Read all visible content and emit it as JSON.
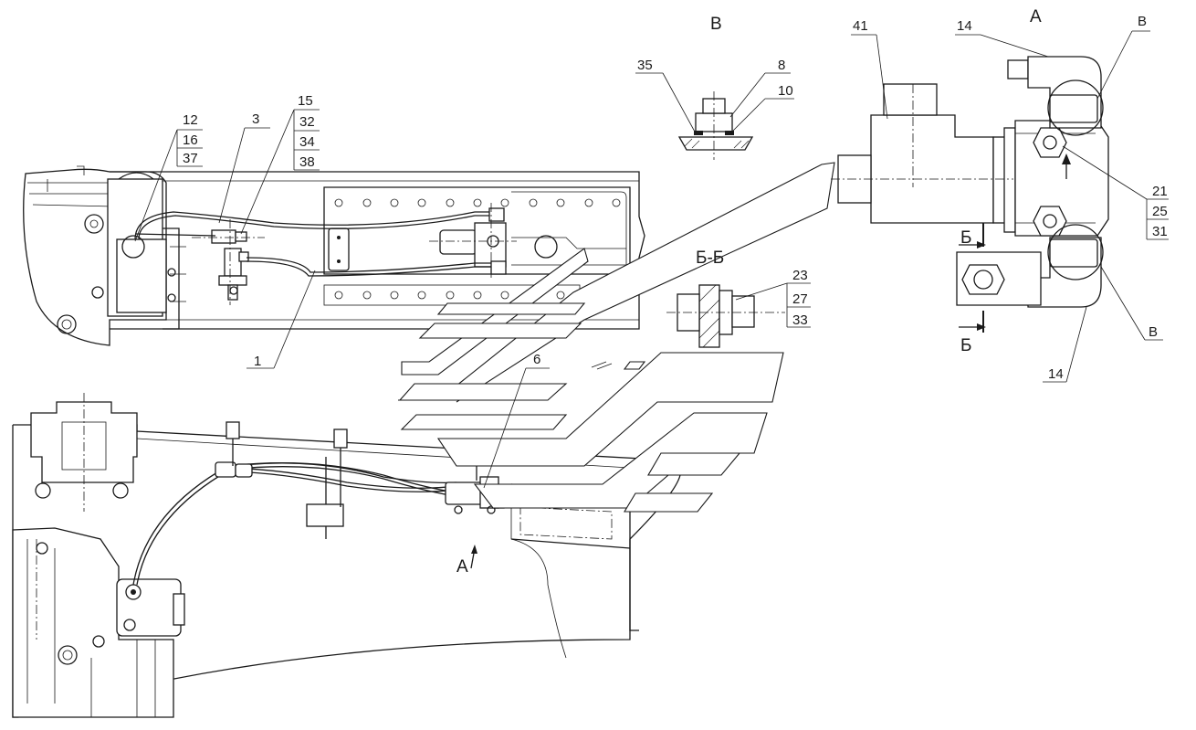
{
  "views": {
    "view_a": "A",
    "view_b": "B",
    "view_b_cyr": "В",
    "section": "Б-Б",
    "cut_mark_top": "Б",
    "cut_mark_bottom": "Б",
    "arrow_a": "A"
  },
  "callouts": {
    "p12": "12",
    "p16": "16",
    "p37": "37",
    "p3": "3",
    "p15": "15",
    "p32": "32",
    "p34": "34",
    "p38": "38",
    "p1": "1",
    "p6": "6",
    "p35": "35",
    "p8": "8",
    "p10": "10",
    "p23": "23",
    "p27": "27",
    "p33": "33",
    "p41": "41",
    "p14_top": "14",
    "p14_bottom": "14",
    "p21": "21",
    "p25": "25",
    "p31": "31",
    "ref_b_top": "B",
    "ref_b_bottom": "B"
  }
}
